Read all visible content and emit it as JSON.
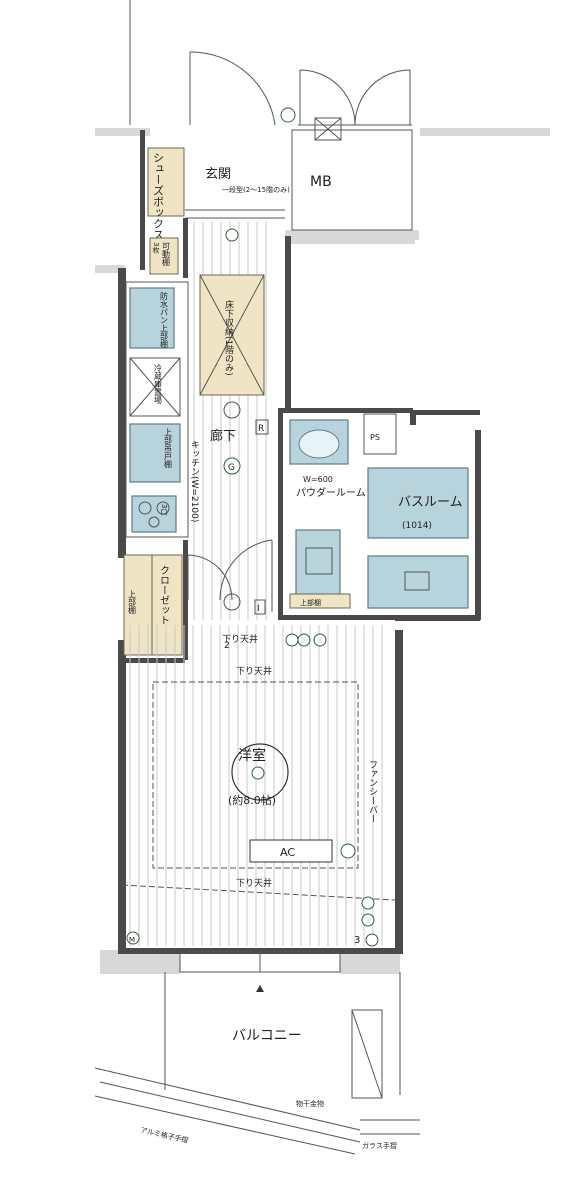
{
  "rooms": {
    "shoe_box": "シューズボックス",
    "entrance": "玄関",
    "entrance_note": "一段型(2〜15階のみ)",
    "movable_shelf": "可動棚",
    "movable_shelf_count": "3枚",
    "mb": "MB",
    "underfloor_storage": "床下収納(1階のみ)",
    "corridor": "廊下",
    "kitchen": "キッチン(W=2100)",
    "waterproof_pan": "防水パン上部棚",
    "fridge": "冷蔵庫置場",
    "upper_cabinet": "上部吊戸棚",
    "ih_count": "3口",
    "ps": "PS",
    "vanity": "W=600",
    "powder_room": "パウダールーム",
    "bath": "バスルーム",
    "bath_size": "(1014)",
    "wall_shelf": "上部棚",
    "closet": "クローゼット",
    "closet_shelf": "上部棚",
    "ceiling_drop_1": "下り天井",
    "ceiling_drop_2": "下り天井",
    "ceiling_drop_3": "下り天井",
    "western_room": "洋室",
    "western_room_size": "(約8.0帖)",
    "ac": "AC",
    "fan_coil": "ファンシーバー",
    "balcony": "バルコニー",
    "drying_rack": "物干金物",
    "aluminum_rail": "アルミ格子手摺",
    "glass_rail": "ガラス手摺"
  },
  "symbols": {
    "r": "R",
    "i": "I",
    "g": "G",
    "num_2": "2",
    "num_3": "3",
    "m": "M"
  }
}
